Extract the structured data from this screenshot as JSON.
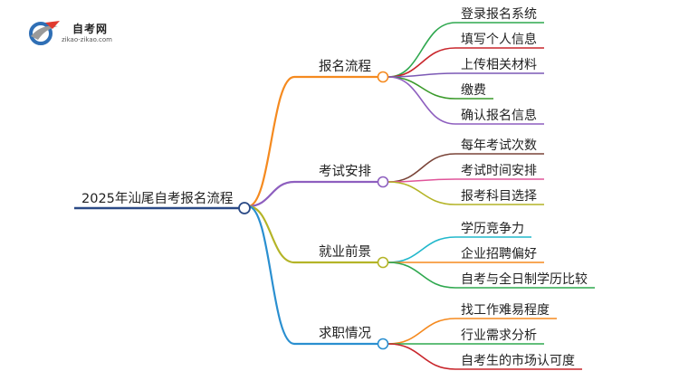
{
  "logo": {
    "name": "自考网",
    "url": "zikao-zikao.com",
    "colors": [
      "#2f6fb5",
      "#e03a2f",
      "#9a9a9a"
    ]
  },
  "root": {
    "label": "2025年汕尾自考报名流程",
    "color": "#2b4a86"
  },
  "branches": [
    {
      "label": "报名流程",
      "color": "#f58a1f",
      "children": [
        {
          "label": "登录报名系统",
          "color": "#2fa84f"
        },
        {
          "label": "填写个人信息",
          "color": "#c9262c"
        },
        {
          "label": "上传相关材料",
          "color": "#7b58b5"
        },
        {
          "label": "缴费",
          "color": "#3a9a2a"
        },
        {
          "label": "确认报名信息",
          "color": "#8e5fbf"
        }
      ]
    },
    {
      "label": "考试安排",
      "color": "#8e5fbf",
      "children": [
        {
          "label": "每年考试次数",
          "color": "#7a4438"
        },
        {
          "label": "考试时间安排",
          "color": "#e0559a"
        },
        {
          "label": "报考科目选择",
          "color": "#b4b427"
        }
      ]
    },
    {
      "label": "就业前景",
      "color": "#b4b427",
      "children": [
        {
          "label": "学历竞争力",
          "color": "#22b8cc"
        },
        {
          "label": "企业招聘偏好",
          "color": "#f58a1f"
        },
        {
          "label": "自考与全日制学历比较",
          "color": "#2fa84f"
        }
      ]
    },
    {
      "label": "求职情况",
      "color": "#2a8fd0",
      "children": [
        {
          "label": "找工作难易程度",
          "color": "#f58a1f"
        },
        {
          "label": "行业需求分析",
          "color": "#2fa84f"
        },
        {
          "label": "自考生的市场认可度",
          "color": "#c9262c"
        }
      ]
    }
  ]
}
